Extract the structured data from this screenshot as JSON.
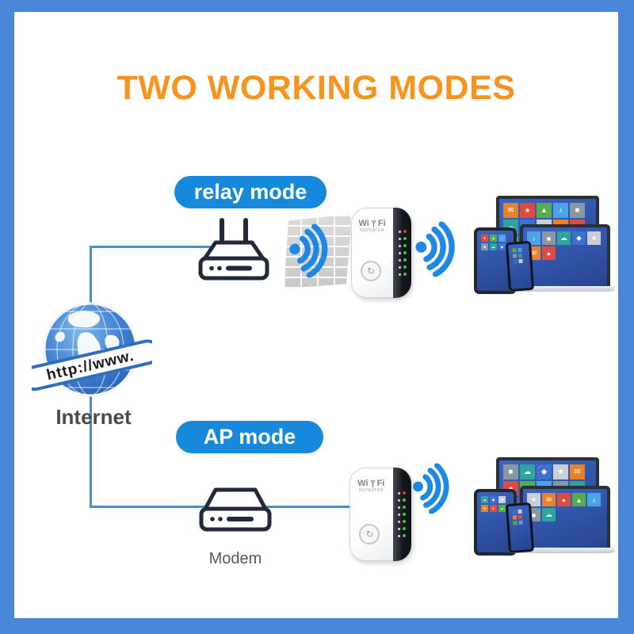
{
  "title": "TWO WORKING MODES",
  "modes": {
    "relay": {
      "label": "relay mode"
    },
    "ap": {
      "label": "AP mode"
    }
  },
  "internet": {
    "banner_text": "http://www.",
    "label": "Internet"
  },
  "modem": {
    "label": "Modem"
  },
  "repeater": {
    "wifi_prefix": "Wi",
    "wifi_suffix": "Fi",
    "brand": "REPEATER",
    "wps_glyph": "↻"
  },
  "colors": {
    "frame_blue": "#4a86d8",
    "pill_blue": "#1789dc",
    "wifi_blue": "#1e88e5",
    "title_orange": "#f7941d",
    "line_blue": "#4a90c8",
    "outline_dark": "#232a37"
  },
  "devices": {
    "tile_palette": [
      "#e8832b",
      "#e04b3f",
      "#57ad4e",
      "#4ca3e8",
      "#8a98a5",
      "#2ba59d",
      "#3f6fd1",
      "#c9cfd6"
    ],
    "tile_glyphs": [
      "✉",
      "●",
      "▲",
      "♪",
      "■",
      "☁",
      "◆",
      "★"
    ],
    "grids": {
      "monitor": 13,
      "laptop": 7,
      "tablet": 6,
      "phone": 6
    }
  },
  "leds": {
    "count": 7,
    "first_color": "#e03a2f",
    "rest_color": "#45c24a"
  }
}
